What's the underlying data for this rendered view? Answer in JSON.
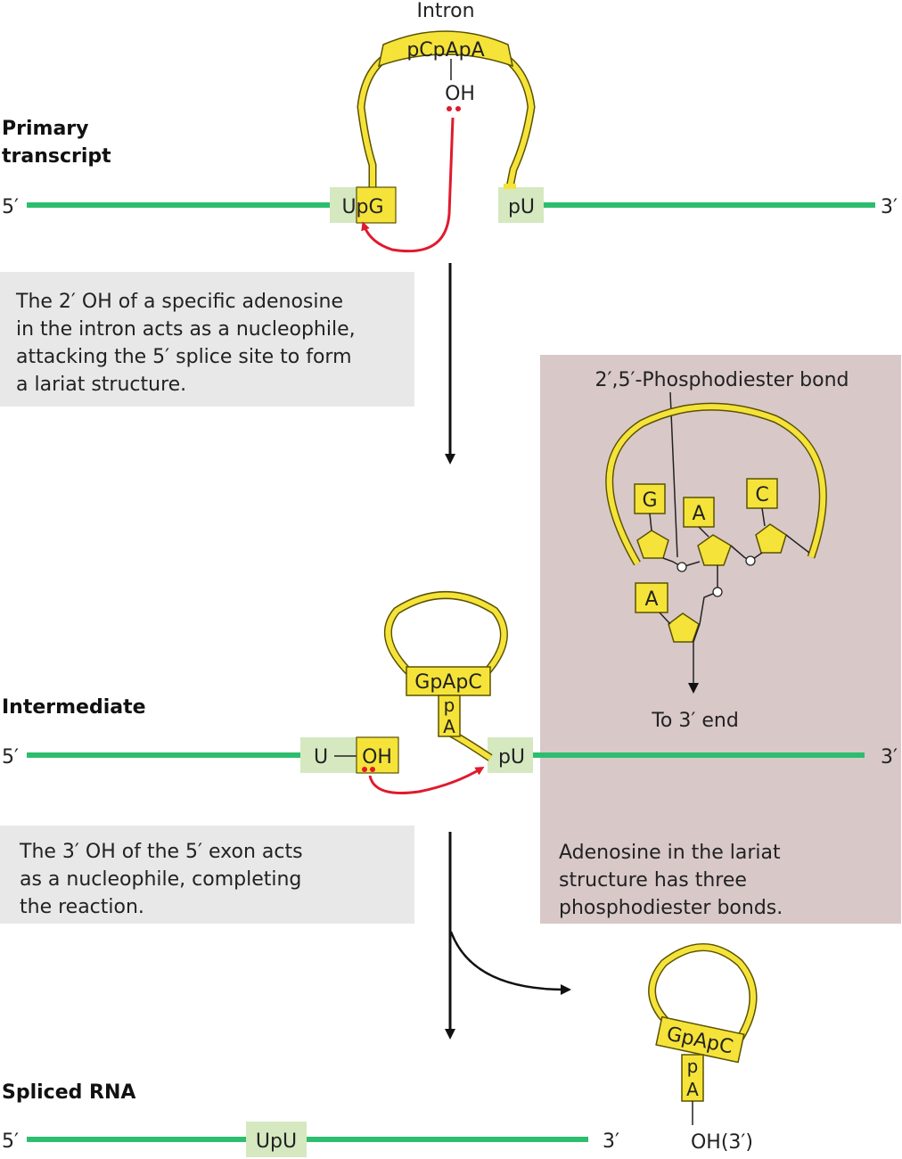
{
  "colors": {
    "exon": "#2dbd6e",
    "exon_box": "#d5e8c0",
    "intron": "#f5e33a",
    "intron_stroke": "#5a5200",
    "arrow_red": "#e01a2d",
    "note_box": "#e8e8e8",
    "inset_box": "#d9c8c8"
  },
  "labels": {
    "intron": "Intron",
    "primary_transcript_1": "Primary",
    "primary_transcript_2": "transcript",
    "intermediate": "Intermediate",
    "spliced_rna": "Spliced RNA",
    "five_prime": "5′",
    "three_prime": "3′",
    "oh": "OH",
    "oh3": "OH(3′)"
  },
  "primary": {
    "left_box": "UpG",
    "right_box": "pU",
    "intron_seq": "pCpApA"
  },
  "intermediate": {
    "u_box": "U",
    "oh_box": "OH",
    "pu_box": "pU",
    "lariat_seq": "GpApC",
    "p": "p",
    "a": "A"
  },
  "spliced": {
    "box": "UpU",
    "lariat_seq": "GpApC",
    "p": "p",
    "a": "A"
  },
  "notes": {
    "step1": [
      "The 2′ OH of a specific adenosine",
      "in the intron acts as a nucleophile,",
      "attacking the 5′ splice site to form",
      "a lariat structure."
    ],
    "step2": [
      "The 3′ OH of  the 5′ exon acts",
      "as a nucleophile, completing",
      "the reaction."
    ],
    "inset": [
      "Adenosine in the lariat",
      "structure has three",
      "phosphodiester bonds."
    ]
  },
  "inset": {
    "title": "2′,5′-Phosphodiester bond",
    "bases": [
      "G",
      "A",
      "C",
      "A"
    ],
    "to_3_end": "To 3′ end"
  }
}
